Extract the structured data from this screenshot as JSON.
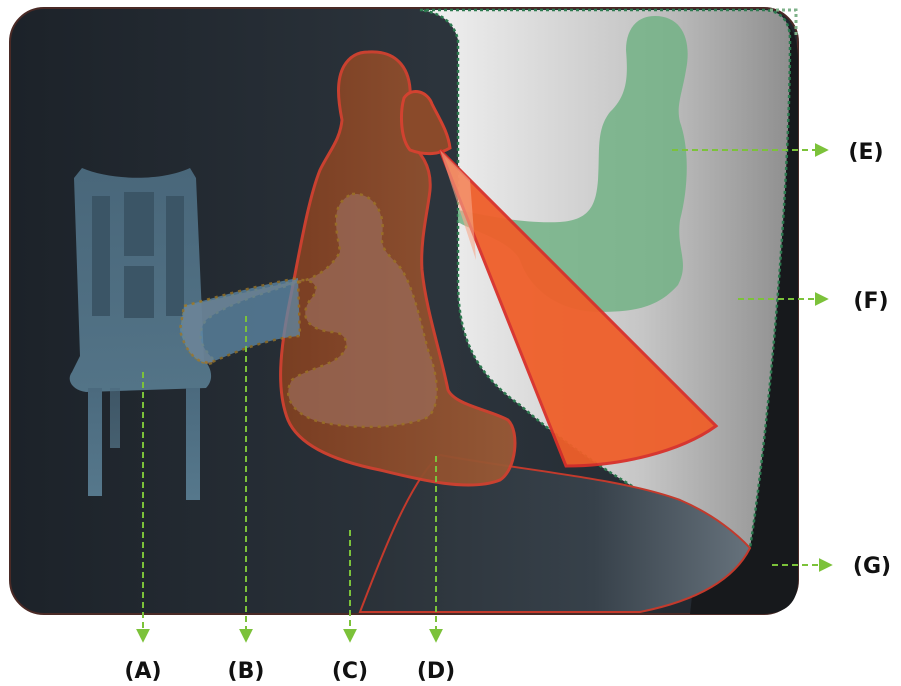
{
  "labels": {
    "A": "(A)",
    "B": "(B)",
    "C": "(C)",
    "D": "(D)",
    "E": "(E)",
    "F": "(F)",
    "G": "(G)"
  },
  "colors": {
    "frame_dark": "#2a3138",
    "dark_gradient_end": "#1b2128",
    "chair": "#4f6e82",
    "person_front": "#8a4a2a",
    "person_outline": "#d24230",
    "reflection": "#8e6452",
    "light_cone": "#ef5f2a",
    "mirror_light": "#f0f0f0",
    "mirror_dark": "#9d9d9d",
    "mirror_person": "#7fb28a",
    "arrow": "#7cc23a",
    "floor_light": "#5e6a74"
  }
}
